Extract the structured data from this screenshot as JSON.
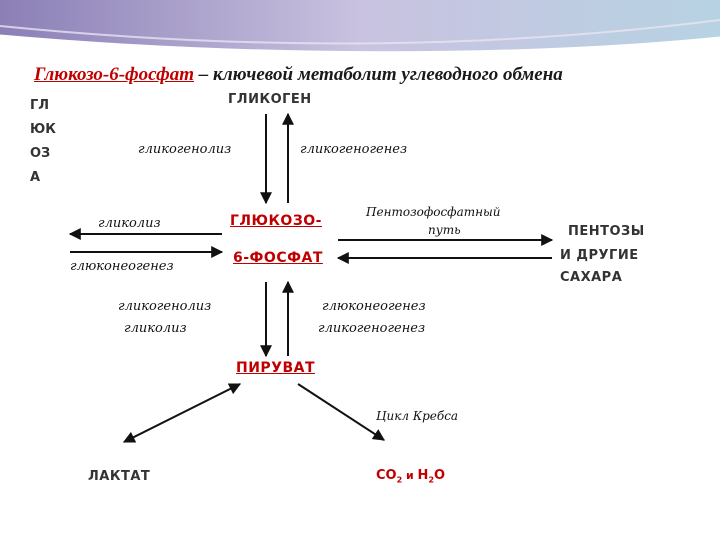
{
  "title": {
    "highlight": "Глюкозо-6-фосфат",
    "rest": " – ключевой метаболит углеводного обмена"
  },
  "nodes": {
    "glucose": [
      "ГЛ",
      "ЮК",
      "ОЗ",
      "А"
    ],
    "glycogen": "ГЛИКОГЕН",
    "g6p_line1": "ГЛЮКОЗО-",
    "g6p_line2": "6-ФОСФАТ",
    "pyruvate": "ПИРУВАТ",
    "pentoses": [
      "ПЕНТОЗЫ",
      "И ДРУГИЕ",
      "САХАРА"
    ],
    "lactate": "ЛАКТАТ",
    "co2_h2o": {
      "co": "CO",
      "co_sub": "2",
      "and": " и ",
      "h": "H",
      "h_sub": "2",
      "o": "O"
    }
  },
  "processes": {
    "glycogenolysis_top": "гликогенолиз",
    "glycogenesis_top": "гликогеногенез",
    "glycolysis_left": "гликолиз",
    "gluconeogenesis_left": "глюконеогенез",
    "pentose_line1": "Пентозофосфатный",
    "pentose_line2": "путь",
    "glycogenolysis_bottom": "гликогенолиз",
    "glycolysis_bottom": "гликолиз",
    "gluconeogenesis_bottom": "глюконеогенез",
    "glycogenesis_bottom": "гликогеногенез",
    "krebs": "Цикл Кребса"
  }
}
